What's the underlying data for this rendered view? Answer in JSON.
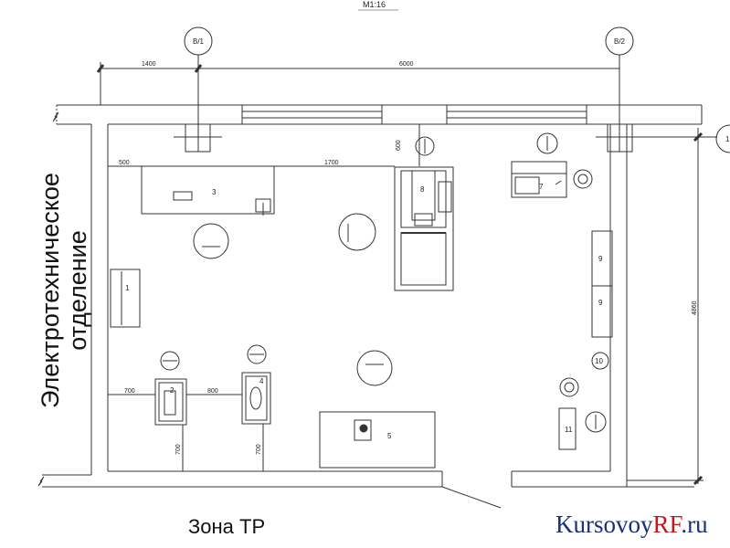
{
  "scale": "М1:16",
  "axes": {
    "left": "В/1",
    "right": "В/2",
    "row": "1"
  },
  "dimensions": {
    "top_offset": "1400",
    "top_span": "6000",
    "bench_offset": "500",
    "bench_to_lift": "1700",
    "lift_top": "600",
    "vertical_span": "4860",
    "left_wall_to_2": "700",
    "gap_2_4": "800",
    "bottom_2": "700",
    "bottom_4": "700"
  },
  "equipment": {
    "n1": "1",
    "n2": "2",
    "n3": "3",
    "n4": "4",
    "n5": "5",
    "n7": "7",
    "n8": "8",
    "n9a": "9",
    "n9b": "9",
    "n10": "10",
    "n11": "11"
  },
  "room_left": {
    "line1": "Электротехническое",
    "line2": "отделение"
  },
  "zone_label": "Зона ТР",
  "watermark": {
    "part1": "Kursovoy",
    "part2": "RF",
    "part3": ".ru"
  }
}
